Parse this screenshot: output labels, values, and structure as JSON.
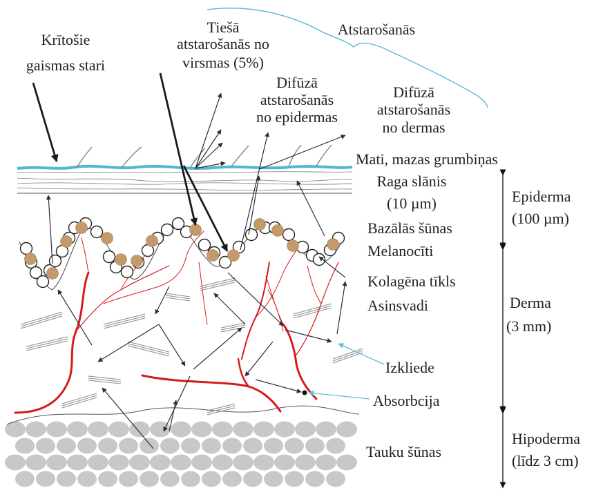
{
  "labels": {
    "incident_l1": "Krītošie",
    "incident_l2": "gaismas stari",
    "reflection": "Atstarošanās",
    "direct_l1": "Tiešā",
    "direct_l2": "atstarošanās no",
    "direct_l3": "virsmas (5%)",
    "diffuse_epi_l1": "Difūzā",
    "diffuse_epi_l2": "atstarošanās",
    "diffuse_epi_l3": "no epidermas",
    "diffuse_derm_l1": "Difūzā",
    "diffuse_derm_l2": "atstarošanās",
    "diffuse_derm_l3": "no dermas",
    "hair": "Mati, mazas grumbiņas",
    "stratum_l1": "Raga slānis",
    "stratum_l2": "(10 µm)",
    "basal": "Bazālās šūnas",
    "melanocytes": "Melanocīti",
    "collagen": "Kolagēna tīkls",
    "vessels": "Asinsvadi",
    "scattering": "Izkliede",
    "absorption": "Absorbcija",
    "fat": "Tauku šūnas",
    "epidermis_l1": "Epiderma",
    "epidermis_l2": "(100 µm)",
    "dermis_l1": "Derma",
    "dermis_l2": "(3 mm)",
    "hypodermis_l1": "Hipoderma",
    "hypodermis_l2": "(līdz 3 cm)"
  },
  "colors": {
    "surface": "#4fb8d0",
    "pointer": "#5bbfd6",
    "vessel": "#d7191c",
    "melanocyte": "#c49a6c",
    "fat_cell": "#c8c8c8",
    "arrow": "#2c2c3c",
    "text": "#231f20"
  },
  "icons": {
    "arrowhead": "arrowhead-icon",
    "absorption_point": "absorption-dot-icon"
  }
}
